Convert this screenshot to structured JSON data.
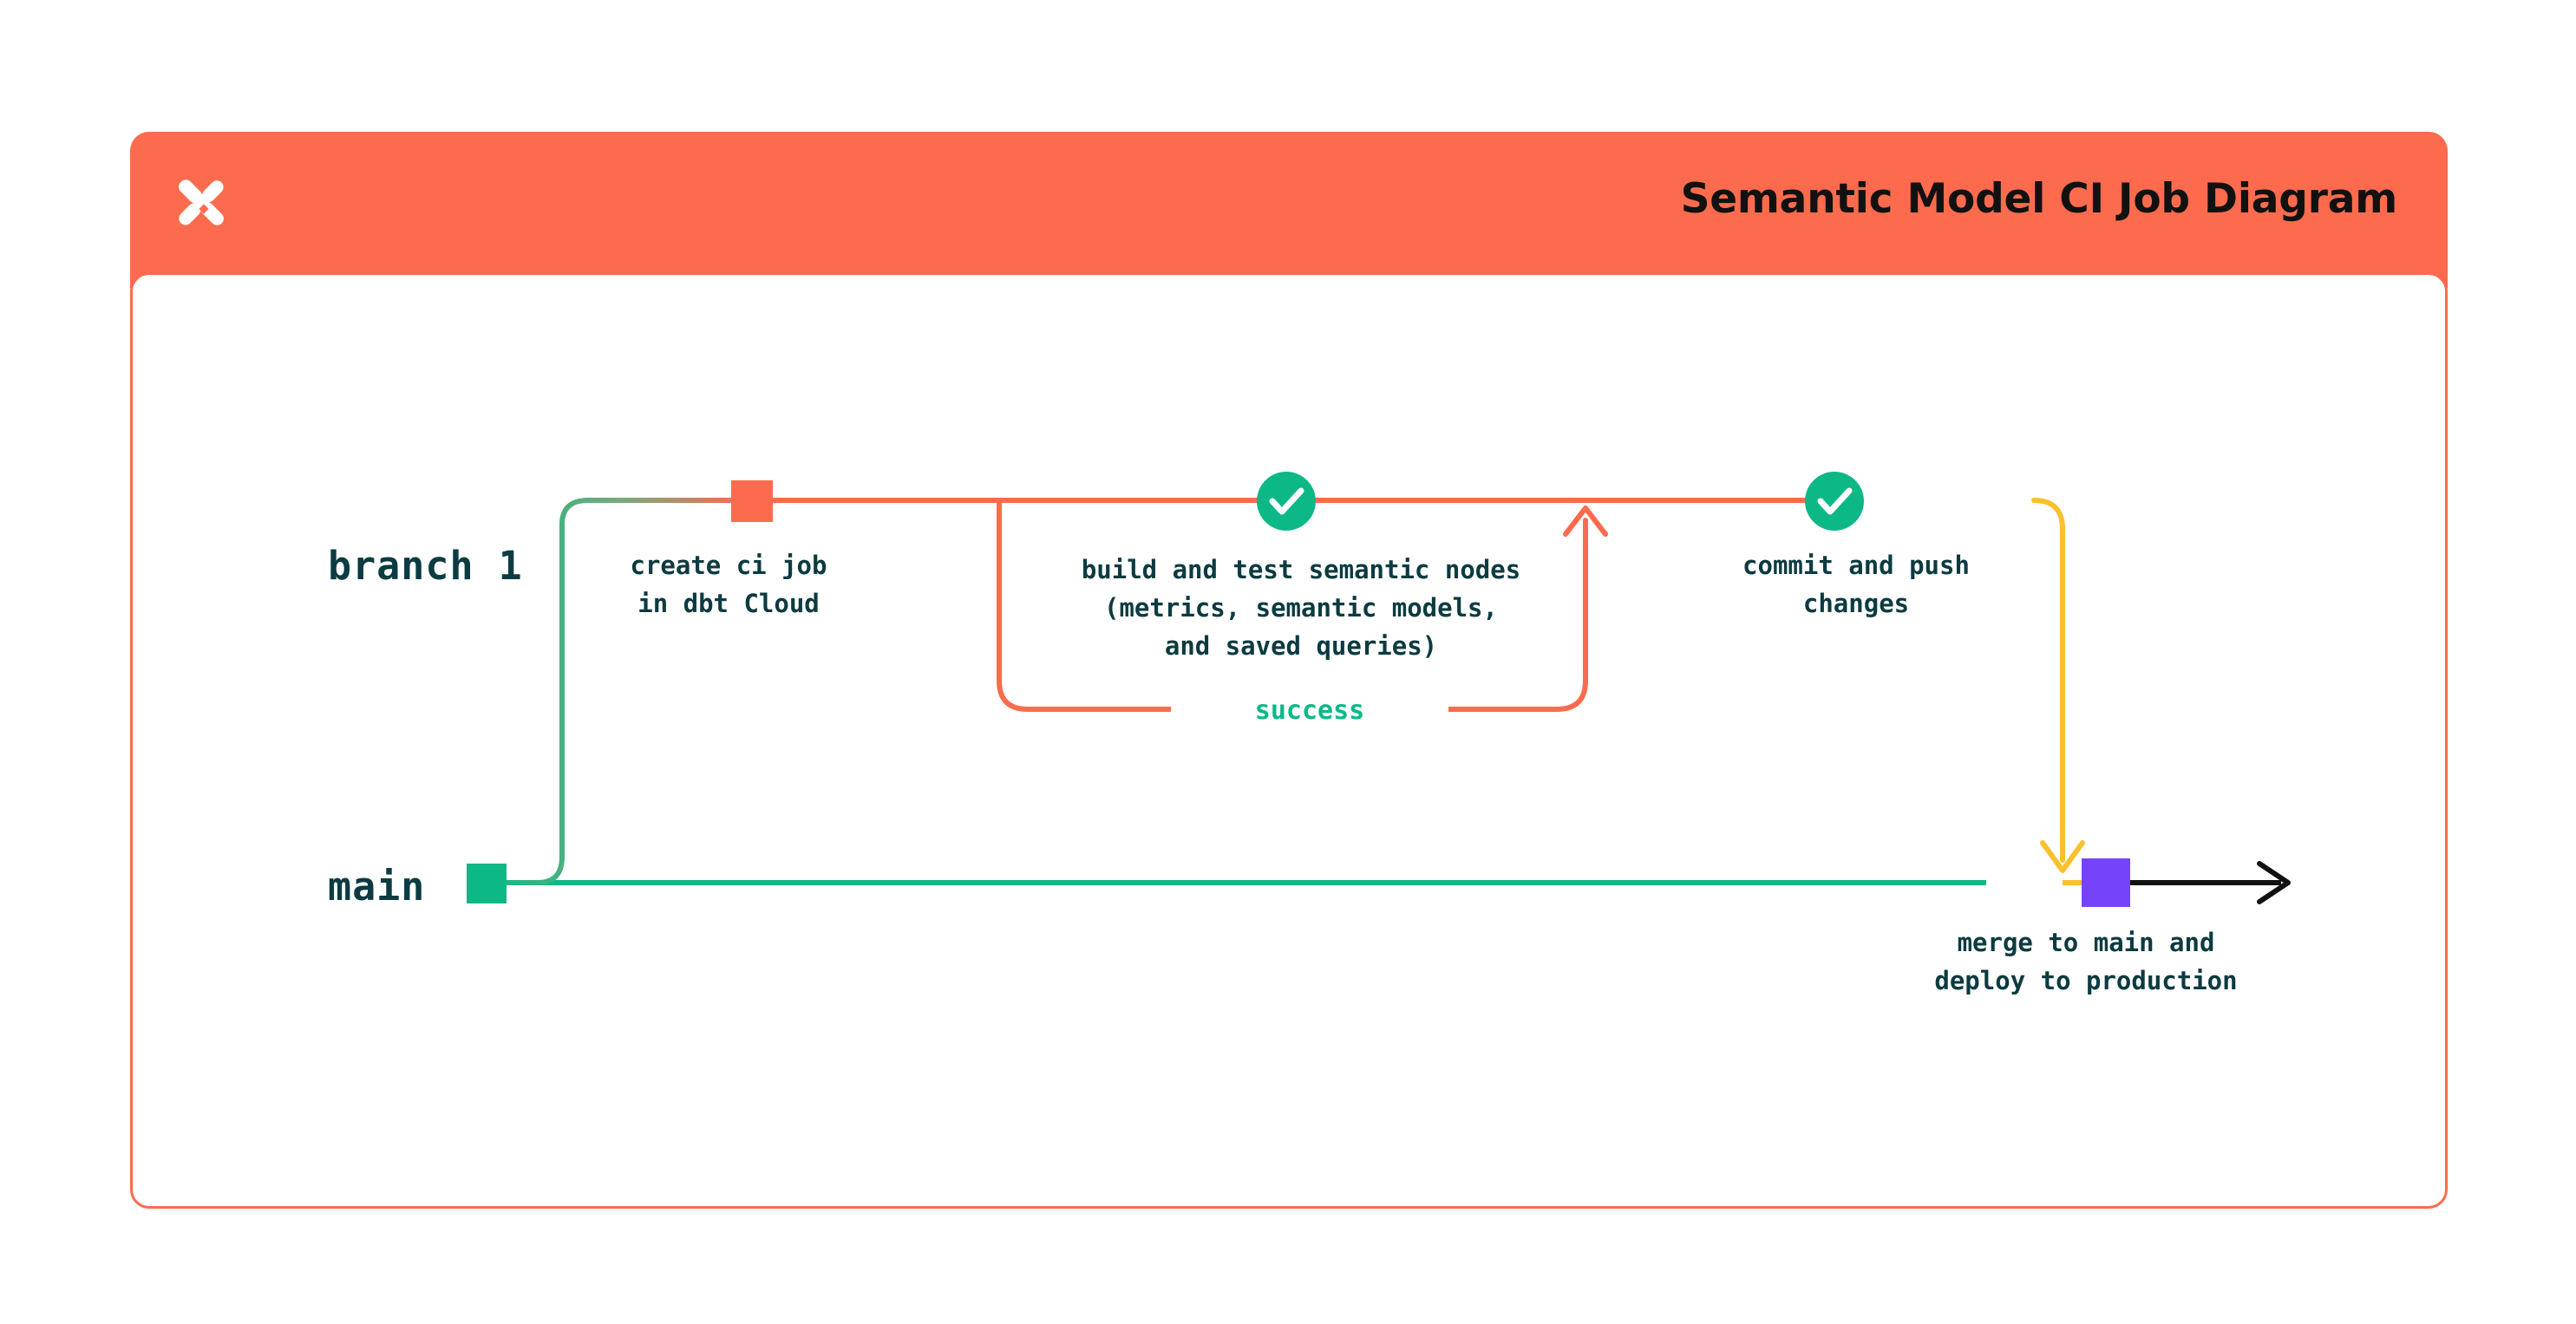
{
  "card": {
    "title": "Semantic Model CI Job Diagram",
    "logo_icon": "dbt-logo-icon",
    "header_color": "#FC6B4D",
    "border_color": "#FC6B4D"
  },
  "lanes": [
    {
      "id": "branch-1",
      "label": "branch 1",
      "color": "#FC6B4D"
    },
    {
      "id": "main",
      "label": "main",
      "color": "#0DB887"
    }
  ],
  "nodes": [
    {
      "id": "create-ci-job",
      "lane": "branch-1",
      "marker": "square",
      "color": "#FC6B4D",
      "label": "create ci job\nin dbt Cloud"
    },
    {
      "id": "build-and-test",
      "lane": "branch-1",
      "marker": "check-circle",
      "color": "#0DB887",
      "label": "build and test semantic nodes\n(metrics, semantic models,\nand saved queries)"
    },
    {
      "id": "commit-and-push",
      "lane": "branch-1",
      "marker": "check-circle",
      "color": "#0DB887",
      "label": "commit and push\nchanges"
    },
    {
      "id": "merge-to-main",
      "lane": "main",
      "marker": "square",
      "color": "#7544FA",
      "label": "merge to main and\ndeploy to production"
    }
  ],
  "edges": [
    {
      "id": "success-loop",
      "label": "success",
      "label_color": "#0DB887",
      "line_color": "#FC6B4D",
      "arrow": "up"
    },
    {
      "id": "merge-edge",
      "label": "",
      "line_color": "#FBC02D",
      "arrow": "down"
    },
    {
      "id": "main-continues",
      "label": "",
      "line_color": "#111111",
      "arrow": "right"
    }
  ],
  "colors": {
    "orange": "#FC6B4D",
    "green": "#0DB887",
    "yellow": "#FBC02D",
    "purple": "#7544FA",
    "ink": "#0C3B41",
    "black": "#111111",
    "white": "#FFFFFF"
  }
}
